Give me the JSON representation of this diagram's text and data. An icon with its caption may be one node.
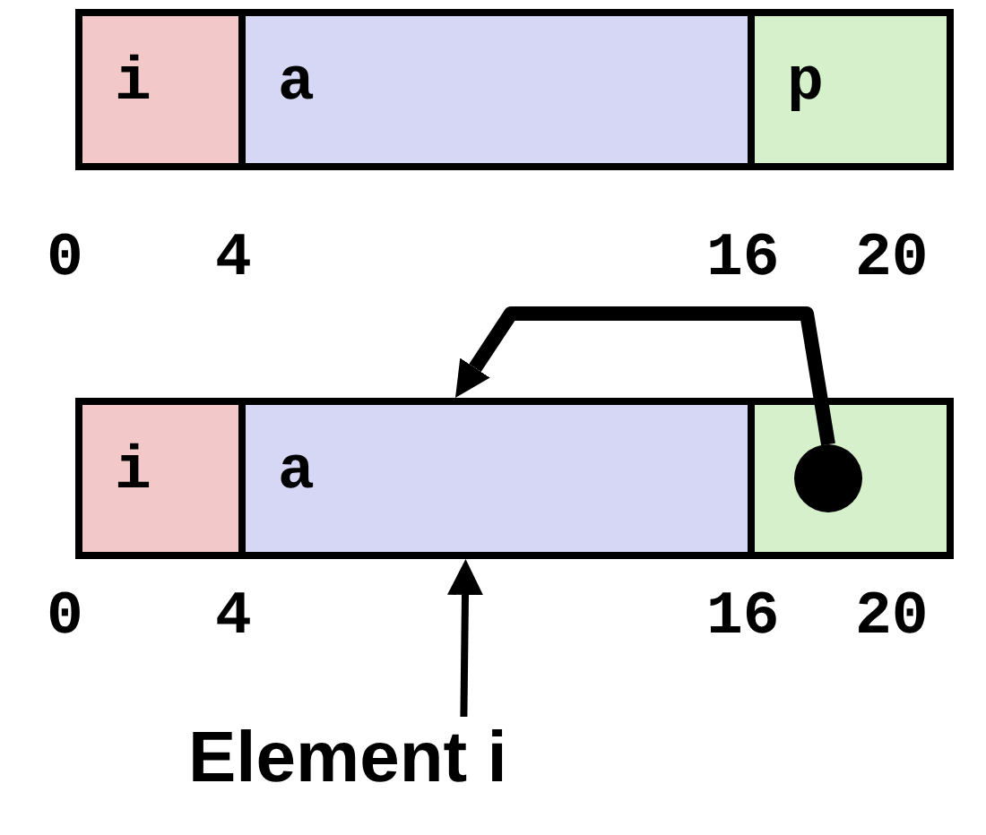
{
  "diagram": {
    "nodes": [
      {
        "text": [
          "i"
        ]
      },
      {
        "text": [
          "a"
        ]
      },
      {
        "text": [
          "p"
        ]
      },
      {
        "text": [
          "i"
        ]
      },
      {
        "text": [
          "a"
        ]
      },
      {
        "text": [],
        "shape": "box"
      },
      {
        "text": [],
        "shape": "circle",
        "in": 5
      },
      {
        "text": [
          "Element i"
        ]
      }
    ],
    "edges": [
      {
        "from": 6,
        "to": 4,
        "arrow": "to",
        "style": "thick"
      },
      {
        "from": 7,
        "to": 4,
        "arrow": "to"
      }
    ],
    "labels": [
      "0",
      "4",
      "16",
      "20",
      "0",
      "4",
      "16",
      "20"
    ]
  }
}
